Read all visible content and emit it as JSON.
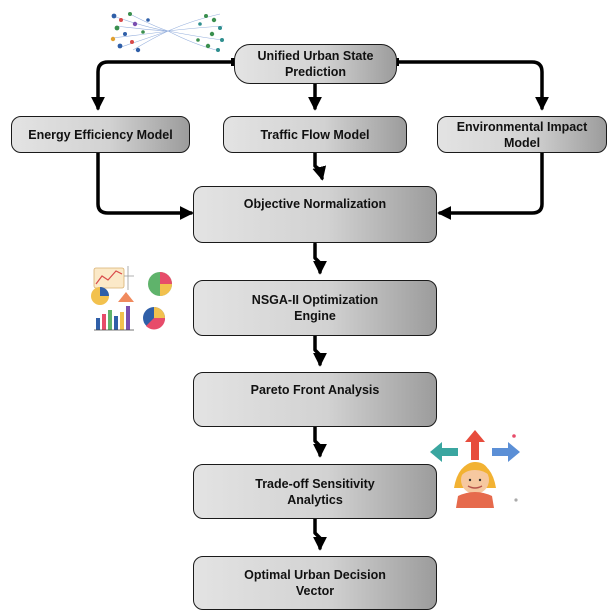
{
  "nodes": {
    "unified": "Unified Urban State Prediction",
    "energy": "Energy Efficiency Model",
    "traffic": "Traffic Flow Model",
    "environmental": "Environmental Impact Model",
    "normalization": "Objective Normalization",
    "nsga": "NSGA-II Optimization Engine",
    "pareto": "Pareto Front Analysis",
    "tradeoff": "Trade-off Sensitivity Analytics",
    "decision": "Optimal Urban Decision Vector"
  },
  "icons": {
    "network": "network-graph-illustration",
    "charts": "analytics-charts-illustration",
    "decision": "decision-person-illustration"
  },
  "colors": {
    "node_fill_light": "#e3e3e3",
    "node_fill_dark": "#9c9c9c",
    "connector": "#000000"
  }
}
